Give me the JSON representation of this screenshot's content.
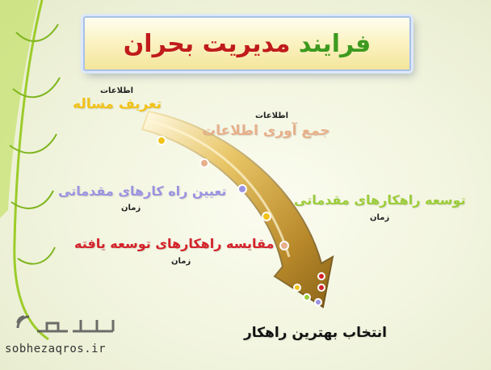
{
  "title": {
    "part1": "فرایند",
    "part2": "مدیریت بحران"
  },
  "steps": [
    {
      "small": "اطلاعات",
      "label": "تعریف مساله",
      "color": "#f2c21a"
    },
    {
      "small": "اطلاعات",
      "label": "جمع آوری اطلاعات",
      "color": "#e7b08a"
    },
    {
      "label": "تعیین راه کارهای مقدماتی",
      "small": "زمان",
      "color": "#9b93e0"
    },
    {
      "label": "توسعه راهکارهای مقدماتی",
      "small": "زمان",
      "color": "#9ccc3a"
    },
    {
      "label": "مقایسه راهکارهای توسعه یافته",
      "small": "زمان",
      "color": "#d4222a"
    },
    {
      "label": "انتخاب بهترین راهکار",
      "color": "#111111"
    }
  ],
  "footer": "sobhezaqros.ir",
  "logo_text": "صبح زاگرس"
}
